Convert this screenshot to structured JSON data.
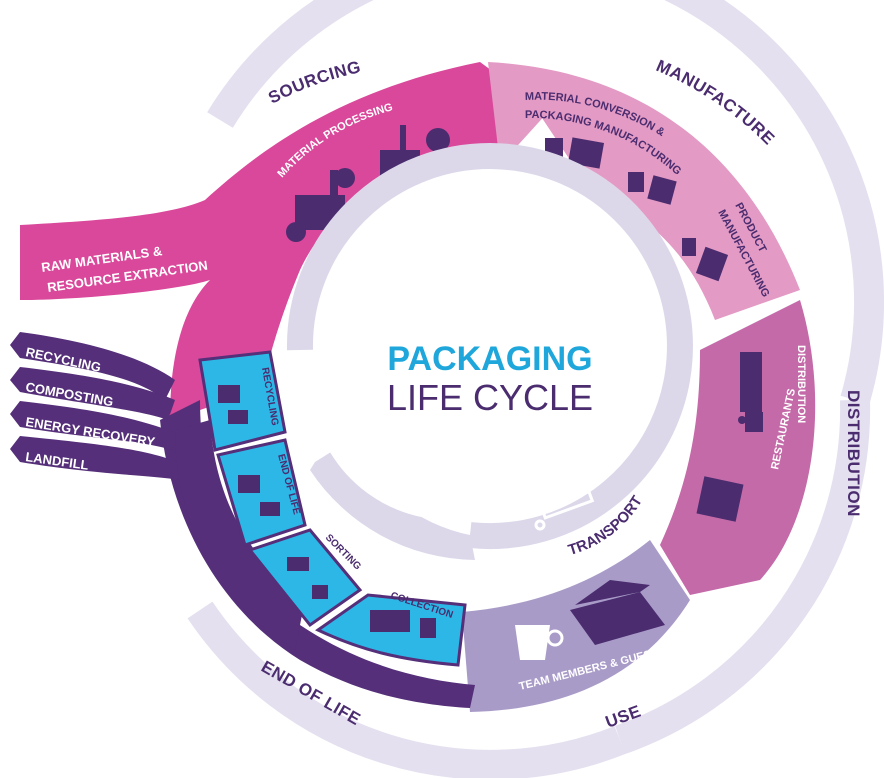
{
  "title": {
    "line1": "PACKAGING",
    "line2": "LIFE CYCLE"
  },
  "outer_ring": {
    "sourcing": "SOURCING",
    "manufacture": "MANUFACTURE",
    "distribution": "DISTRIBUTION",
    "use": "USE",
    "end_of_life": "END OF LIFE"
  },
  "sourcing": {
    "raw_materials_line1": "RAW MATERIALS &",
    "raw_materials_line2": "RESOURCE EXTRACTION",
    "material_processing": "MATERIAL PROCESSING"
  },
  "manufacture": {
    "conversion_line1": "MATERIAL CONVERSION &",
    "conversion_line2": "PACKAGING MANUFACTURING",
    "product_line1": "PRODUCT",
    "product_line2": "MANUFACTURING"
  },
  "distribution": {
    "distribution": "DISTRIBUTION",
    "restaurants": "RESTAURANTS"
  },
  "use": {
    "team": "TEAM MEMBERS & GUESTS"
  },
  "transport": "TRANSPORT",
  "end_of_life_steps": {
    "collection": "COLLECTION",
    "sorting": "SORTING",
    "end_of_life": "END OF LIFE",
    "recycling": "RECYCLING"
  },
  "outcomes": [
    "RECYCLING",
    "COMPOSTING",
    "ENERGY RECOVERY",
    "LANDFILL"
  ],
  "colors": {
    "pink": "#d9489a",
    "light_pink": "#e39ac4",
    "mauve": "#c46aa8",
    "lavender": "#a99bc8",
    "purple": "#552f79",
    "cyan": "#2db7e6",
    "ring": "#e4e0ef",
    "inner_ring": "#dcd8ea"
  }
}
